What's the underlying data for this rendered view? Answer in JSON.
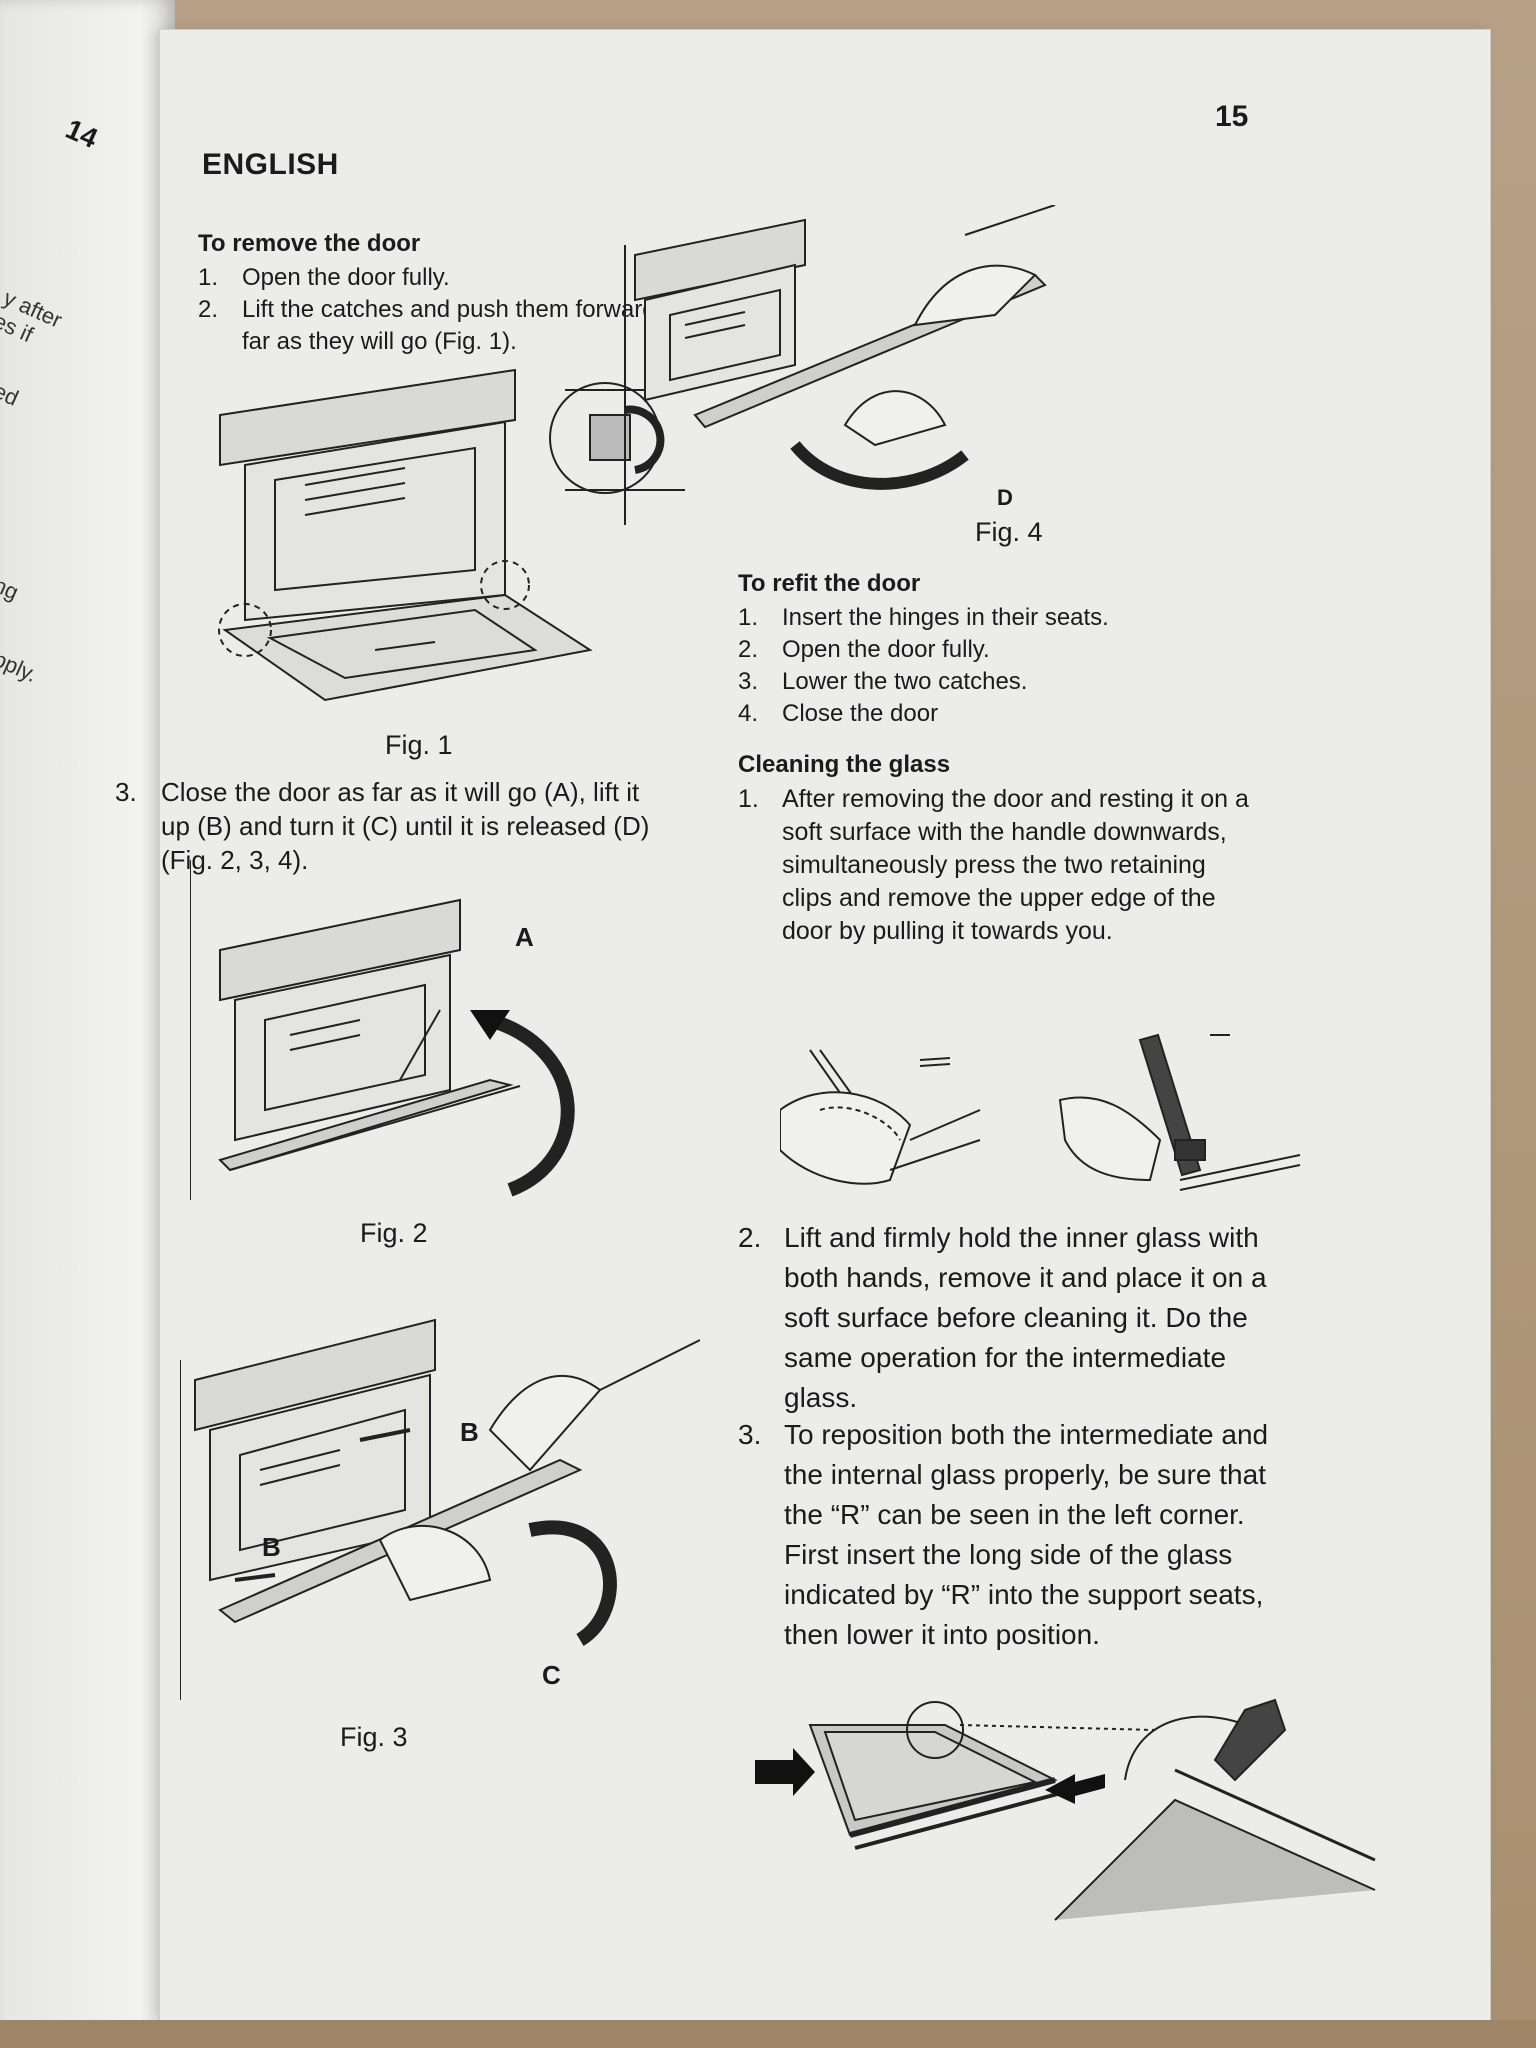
{
  "left_page": {
    "page_number": "14",
    "fragments": [
      "y after",
      "es if",
      "ed",
      "ng",
      "pply."
    ]
  },
  "page": {
    "page_number": "15",
    "section_header": "ENGLISH"
  },
  "remove_door": {
    "title": "To remove the door",
    "steps": [
      {
        "n": "1.",
        "text": "Open the door fully."
      },
      {
        "n": "2.",
        "text": "Lift the catches and push them forwards as far as they will go (Fig. 1)."
      }
    ],
    "step3": {
      "n": "3.",
      "text": "Close the door as far as it will go (A), lift it up (B) and turn it (C) until it is released (D) (Fig. 2, 3, 4)."
    }
  },
  "figures": {
    "fig1": "Fig. 1",
    "fig2": "Fig. 2",
    "fig3": "Fig. 3",
    "fig4": "Fig. 4",
    "label_a": "A",
    "label_b": "B",
    "label_c": "C",
    "label_d": "D"
  },
  "refit_door": {
    "title": "To refit the door",
    "steps": [
      {
        "n": "1.",
        "text": "Insert the hinges in their seats."
      },
      {
        "n": "2.",
        "text": "Open the door fully."
      },
      {
        "n": "3.",
        "text": "Lower the two catches."
      },
      {
        "n": "4.",
        "text": "Close the door"
      }
    ]
  },
  "cleaning_glass": {
    "title": "Cleaning the glass",
    "step1": {
      "n": "1.",
      "text": "After removing the door and resting it on a soft surface with the handle downwards, simultaneously press the two retaining clips and remove the upper edge of the door by pulling it towards you."
    },
    "step2": {
      "n": "2.",
      "text": "Lift and firmly hold the inner glass with both hands, remove it and place it on a soft surface before cleaning it. Do the same operation for the intermediate glass."
    },
    "step3": {
      "n": "3.",
      "text": "To reposition both the intermediate and the internal glass properly, be sure that the “R” can be seen in the left corner. First insert the long side of the glass indicated by “R” into the support seats, then lower it into position."
    }
  }
}
